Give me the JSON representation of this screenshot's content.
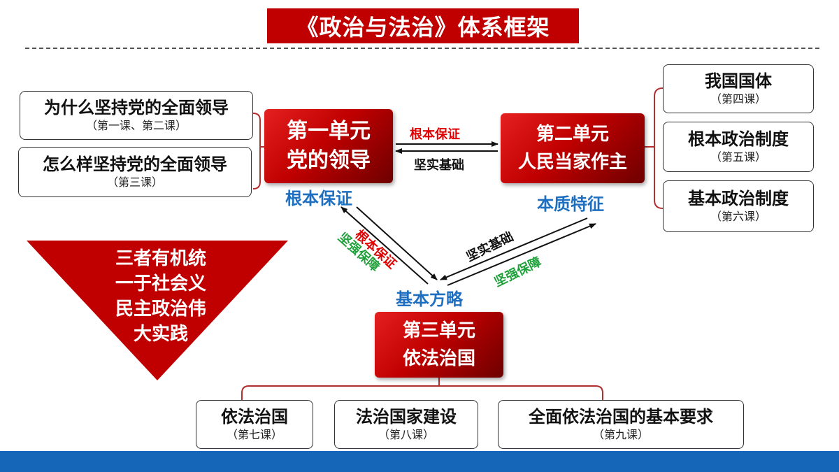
{
  "title": "《政治与法治》体系框架",
  "unit1": {
    "line1": "第一单元",
    "line2": "党的领导"
  },
  "unit2": {
    "line1": "第二单元",
    "line2": "人民当家作主"
  },
  "unit3": {
    "line1": "第三单元",
    "line2": "依法治国"
  },
  "left_boxes": [
    {
      "main": "为什么坚持党的全面领导",
      "sub": "（第一课、第二课）"
    },
    {
      "main": "怎么样坚持党的全面领导",
      "sub": "（第三课）"
    }
  ],
  "right_boxes": [
    {
      "main": "我国国体",
      "sub": "（第四课）"
    },
    {
      "main": "根本政治制度",
      "sub": "（第五课）"
    },
    {
      "main": "基本政治制度",
      "sub": "（第六课）"
    }
  ],
  "bottom_boxes": [
    {
      "main": "依法治国",
      "sub": "（第七课）"
    },
    {
      "main": "法治国家建设",
      "sub": "（第八课）"
    },
    {
      "main": "全面依法治国的基本要求",
      "sub": "（第九课）"
    }
  ],
  "blue_labels": {
    "u1": "根本保证",
    "u2": "本质特征",
    "u3": "基本方略"
  },
  "arrow_labels": {
    "top_red": "根本保证",
    "top_black": "坚实基础",
    "left_red": "根本保证",
    "left_green": "坚强保障",
    "right_black": "坚实基础",
    "right_green": "坚强保障"
  },
  "triangle_text": [
    "三者有机统",
    "一于社会义",
    "民主政治伟",
    "大实践"
  ],
  "colors": {
    "red": "#c00000",
    "blue": "#1f6fc0",
    "green": "#1fa03a",
    "bar": "#1565b8"
  }
}
